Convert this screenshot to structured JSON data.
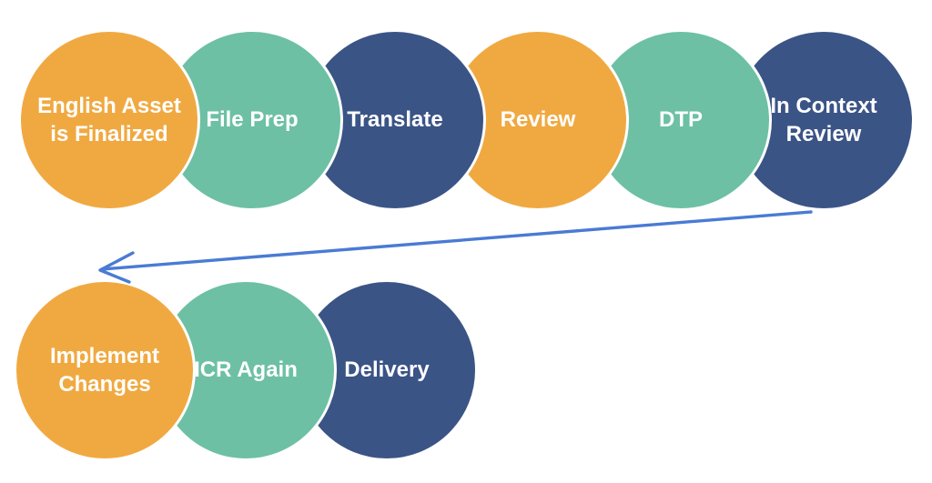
{
  "palette": {
    "orange": "#F0A941",
    "teal": "#6DC0A4",
    "navy": "#3B5486",
    "arrow_blue": "#4A7BD4",
    "background": "#FFFFFF",
    "label_text": "#FFFFFF"
  },
  "steps": [
    {
      "id": "english-asset-finalized",
      "label": "English Asset\nis Finalized",
      "color": "orange",
      "row": 1
    },
    {
      "id": "file-prep",
      "label": "File Prep",
      "color": "teal",
      "row": 1
    },
    {
      "id": "translate",
      "label": "Translate",
      "color": "navy",
      "row": 1
    },
    {
      "id": "review",
      "label": "Review",
      "color": "orange",
      "row": 1
    },
    {
      "id": "dtp",
      "label": "DTP",
      "color": "teal",
      "row": 1
    },
    {
      "id": "in-context-review",
      "label": "In Context\nReview",
      "color": "navy",
      "row": 1
    },
    {
      "id": "implement-changes",
      "label": "Implement\nChanges",
      "color": "orange",
      "row": 2
    },
    {
      "id": "icr-again",
      "label": "ICR Again",
      "color": "teal",
      "row": 2
    },
    {
      "id": "delivery",
      "label": "Delivery",
      "color": "navy",
      "row": 2
    }
  ],
  "arrow": {
    "from_step": "In Context Review",
    "to_step": "Implement Changes",
    "direction": "right-to-left loop back"
  }
}
